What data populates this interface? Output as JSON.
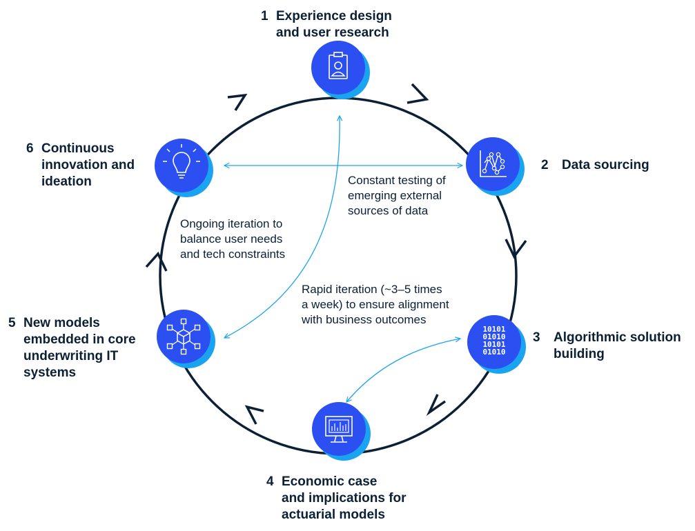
{
  "steps": [
    {
      "number": "1",
      "lines": [
        "Experience design",
        "and user research"
      ],
      "icon": "clipboard-user-icon"
    },
    {
      "number": "2",
      "lines": [
        "Data sourcing"
      ],
      "icon": "scatter-chart-icon"
    },
    {
      "number": "3",
      "lines": [
        "Algorithmic solution",
        "building"
      ],
      "icon": "binary-code-icon"
    },
    {
      "number": "4",
      "lines": [
        "Economic case",
        "and implications for",
        "actuarial models"
      ],
      "icon": "monitor-chart-icon"
    },
    {
      "number": "5",
      "lines": [
        "New models",
        "embedded in core",
        "underwriting IT",
        "systems"
      ],
      "icon": "network-cube-icon"
    },
    {
      "number": "6",
      "lines": [
        "Continuous",
        "innovation and",
        "ideation"
      ],
      "icon": "lightbulb-icon"
    }
  ],
  "notes": {
    "data_testing": [
      "Constant testing of",
      "emerging external",
      "sources of data"
    ],
    "user_tech_balance": [
      "Ongoing iteration to",
      "balance user needs",
      "and tech constraints"
    ],
    "rapid_iteration": [
      "Rapid iteration (~3–5 times",
      "a week) to ensure alignment",
      "with business outcomes"
    ]
  },
  "binary_rows": [
    "10101",
    "01010",
    "10101",
    "01010"
  ],
  "colors": {
    "circle_main": "#2b4ff0",
    "circle_shadow": "#1aa3ef",
    "ring": "#0b1f35",
    "connector": "#1aa3ef",
    "text": "#0b1f35"
  }
}
